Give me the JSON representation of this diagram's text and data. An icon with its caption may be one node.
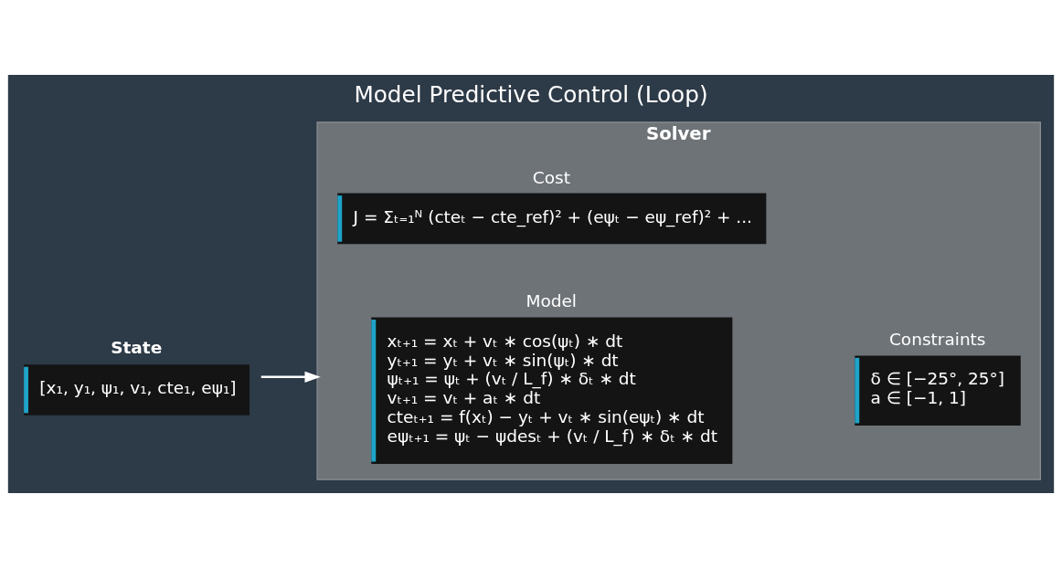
{
  "diagram": {
    "title": "Model Predictive Control (Loop)",
    "nodes": [
      {
        "text": [
          "State",
          "[x₁, y₁, ψ₁, v₁, cte₁, eψ₁]"
        ]
      },
      {
        "text": [
          "Solver"
        ]
      },
      {
        "text": [
          "Model",
          "xₜ₊₁ = xₜ + vₜ ∗ cos(ψₜ) ∗ dt",
          "yₜ₊₁ = yₜ + vₜ ∗ sin(ψₜ) ∗ dt",
          "ψₜ₊₁ = ψₜ + (vₜ / L_f) ∗ δₜ ∗ dt",
          "vₜ₊₁ = vₜ + aₜ ∗ dt",
          "cteₜ₊₁ = f(xₜ) − yₜ + vₜ ∗ sin(eψₜ) ∗ dt",
          "eψₜ₊₁ = ψₜ − ψdesₜ + (vₜ / L_f) ∗ δₜ ∗ dt"
        ],
        "in": 1
      },
      {
        "text": [
          "Constraints",
          "δ ∈ [−25°, 25°]",
          "a ∈ [−1, 1]"
        ],
        "in": 1
      },
      {
        "text": [
          "Cost",
          "J = Σₜ₌₁ᴺ (cteₜ − cte_ref)² + (eψₜ − eψ_ref)² + ..."
        ],
        "in": 1
      }
    ],
    "edges": [
      {
        "from": 0,
        "to": 1,
        "arrow": "to"
      }
    ]
  }
}
